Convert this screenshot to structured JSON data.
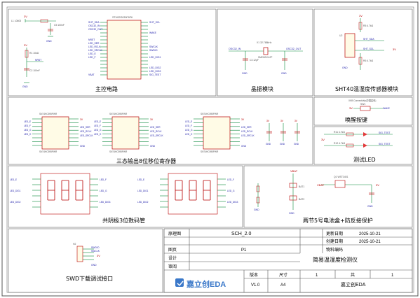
{
  "sheet": {
    "accent_colors": {
      "wire": "#0b8a3c",
      "net_label": "#1a1aa8",
      "power": "#b80000",
      "border": "#555555",
      "logo": "#3a78c9"
    }
  },
  "modules": {
    "main_control": "主控电路",
    "crystal": "晶振模块",
    "sht40": "SHT40温湿度传感器模块",
    "wake_button": "唤醒按键",
    "shift_register": "三态输出8位移位寄存器",
    "test_led": "测试LED",
    "seven_segment": "共阴极3位数码管",
    "battery": "两节5号电池盒+防反接保护",
    "swd": "SWD下载调试接口"
  },
  "parts": {
    "mcu": "STM32G030F6P6",
    "inductor": "L1 L0603",
    "c_main": "C5 100nF",
    "r_main": "R1 10kΩ",
    "c_reset": "C2 100nF",
    "crystal_part": "X1 32.768kHz",
    "crystal_pkg": "SMD3215-2P",
    "crystal_caps": "C3 12pF",
    "sht40_chip": "U2",
    "r_sht_a": "R5 4.7kΩ",
    "r_sht_b": "R6 4.7kΩ",
    "button": "SW1",
    "button_label": "XKB Connectivity(中国星科)",
    "led_r11": "R11 4.7kΩ",
    "led_r12": "R12 4.7kΩ",
    "shift_chip": "SN74HC595PWR",
    "mosfet": "Q1 WST3401",
    "bat1": "BAT1",
    "bat2": "BAT2",
    "swd_header": "H2"
  },
  "nets": {
    "vdd": "3V",
    "gnd": "GND",
    "vbat": "VBAT",
    "nrst": "NRST",
    "swdio": "SWDIO",
    "swclk": "SWCLK",
    "wake": "WAKE",
    "sht_sda": "SHT_SDA",
    "sht_scl": "SHT_SCL",
    "osc_in": "OSC32_IN",
    "osc_out": "OSC32_OUT",
    "sig_test": "SIG_TEST",
    "led_ser": "LED_SER",
    "led_rclk": "LED_RCLK",
    "led_srclk": "LED_SRCLK",
    "led_e": "LED_E",
    "led_f": "LED_F",
    "led_g": "LED_G",
    "led_h": "LED_H",
    "dig1": "LED_DIG1",
    "dig2": "LED_DIG2",
    "dig3": "LED_DIG3"
  },
  "title_block": {
    "label_diagram": "原理图",
    "value_diagram": "SCH_2.0",
    "label_updated": "更新日期",
    "value_updated": "2025-10-21",
    "label_created": "创建日期",
    "value_created": "2025-10-21",
    "label_page": "图页",
    "value_page": "P1",
    "label_part_code": "物料编码",
    "label_designed": "设计",
    "label_project": "简易温湿度检测仪",
    "label_review": "审阅",
    "label_version": "版本",
    "value_version": "V1.0",
    "label_size": "尺寸",
    "value_size": "A4",
    "page_no": "1",
    "label_total": "共",
    "page_total": "1",
    "company": "嘉立创EDA",
    "logo_text": "嘉立创EDA"
  }
}
